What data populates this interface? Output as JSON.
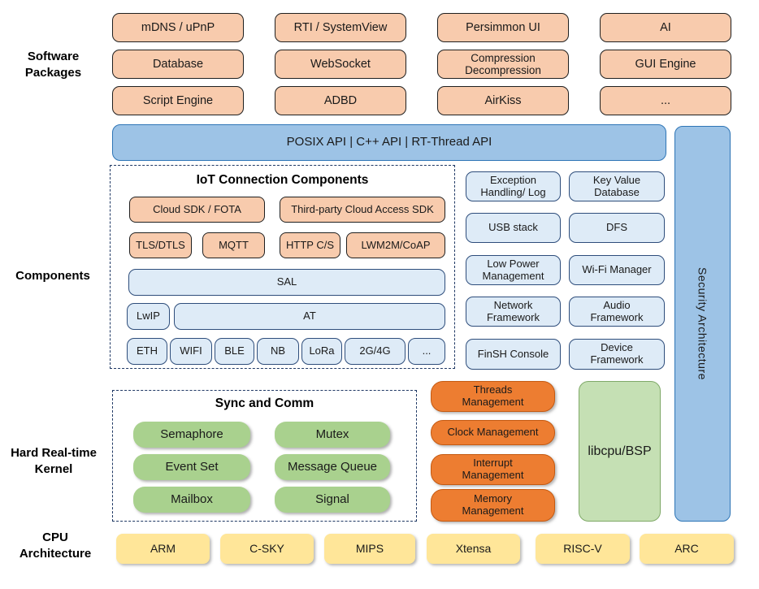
{
  "section_labels": {
    "software_packages": "Software\nPackages",
    "components": "Components",
    "kernel": "Hard Real-time\nKernel",
    "cpu": "CPU\nArchitecture"
  },
  "software_packages": {
    "rows": [
      [
        "mDNS / uPnP",
        "RTI / SystemView",
        "Persimmon UI",
        "AI"
      ],
      [
        "Database",
        "WebSocket",
        "Compression\nDecompression",
        "GUI Engine"
      ],
      [
        "Script Engine",
        "ADBD",
        "AirKiss",
        "..."
      ]
    ]
  },
  "api_bar": {
    "label": "POSIX API  |  C++ API  |  RT-Thread API"
  },
  "security_bar": {
    "label": "Security Architecture"
  },
  "iot": {
    "title": "IoT Connection Components",
    "cloud_sdk": "Cloud SDK / FOTA",
    "third_party": "Third-party Cloud Access SDK",
    "protocols": [
      "TLS/DTLS",
      "MQTT",
      "HTTP C/S",
      "LWM2M/CoAP"
    ],
    "sal": "SAL",
    "lwip": "LwIP",
    "at": "AT",
    "links": [
      "ETH",
      "WIFI",
      "BLE",
      "NB",
      "LoRa",
      "2G/4G",
      "..."
    ]
  },
  "services": {
    "col_a": [
      "Exception\nHandling/ Log",
      "USB stack",
      "Low Power\nManagement",
      "Network\nFramework",
      "FinSH Console"
    ],
    "col_b": [
      "Key Value\nDatabase",
      "DFS",
      "Wi-Fi Manager",
      "Audio\nFramework",
      "Device\nFramework"
    ]
  },
  "kernel": {
    "sync_title": "Sync and Comm",
    "sync_col_a": [
      "Semaphore",
      "Event Set",
      "Mailbox"
    ],
    "sync_col_b": [
      "Mutex",
      "Message Queue",
      "Signal"
    ],
    "management": [
      "Threads\nManagement",
      "Clock Management",
      "Interrupt\nManagement",
      "Memory\nManagement"
    ],
    "libcpu": "libcpu/BSP"
  },
  "cpu_architectures": [
    "ARM",
    "C-SKY",
    "MIPS",
    "Xtensa",
    "RISC-V",
    "ARC"
  ],
  "colors": {
    "package_fill": "#F8CBAD",
    "api_fill": "#9DC3E6",
    "api_border": "#2E75B6",
    "component_fill": "#DEEBF7",
    "component_border": "#2E4D7B",
    "sync_fill": "#A9D18E",
    "management_fill": "#ED7D31",
    "libcpu_fill": "#C5E0B4",
    "cpu_fill": "#FFE699",
    "dash_border": "#1F3864"
  }
}
